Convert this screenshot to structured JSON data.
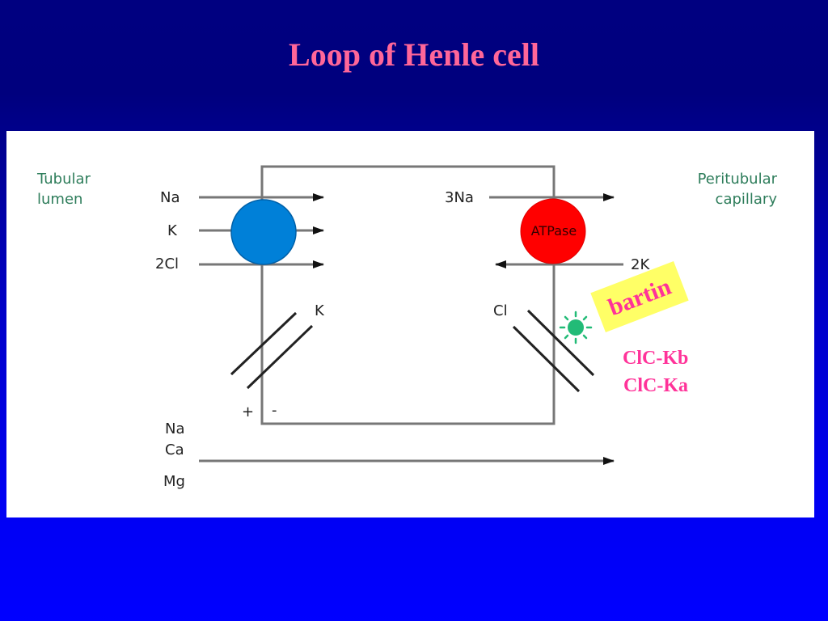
{
  "slide": {
    "title": "Loop of Henle cell"
  },
  "diagram": {
    "left_label_line1": "Tubular",
    "left_label_line2": "lumen",
    "right_label_line1": "Peritubular",
    "right_label_line2": "capillary",
    "ion_na": "Na",
    "ion_k": "K",
    "ion_2cl": "2Cl",
    "ion_3na": "3Na",
    "ion_2k": "2K",
    "pump_label": "ATPase",
    "channel_k": "K",
    "channel_cl": "Cl",
    "plus_sign": "+",
    "minus_sign": "-",
    "para_na": "Na",
    "para_ca": "Ca",
    "para_mg": "Mg",
    "bartin_label": "bartin",
    "clc_kb": "ClC-Kb",
    "clc_ka": "ClC-Ka"
  },
  "colors": {
    "title": "#ff6699",
    "cotransporter": "#0080d8",
    "atpase": "#ff0000",
    "bartin_box": "#ffff66",
    "bartin_text": "#ff3399",
    "clc_text": "#ff3399",
    "star": "#22bb77",
    "side_labels": "#2e7d5b"
  }
}
